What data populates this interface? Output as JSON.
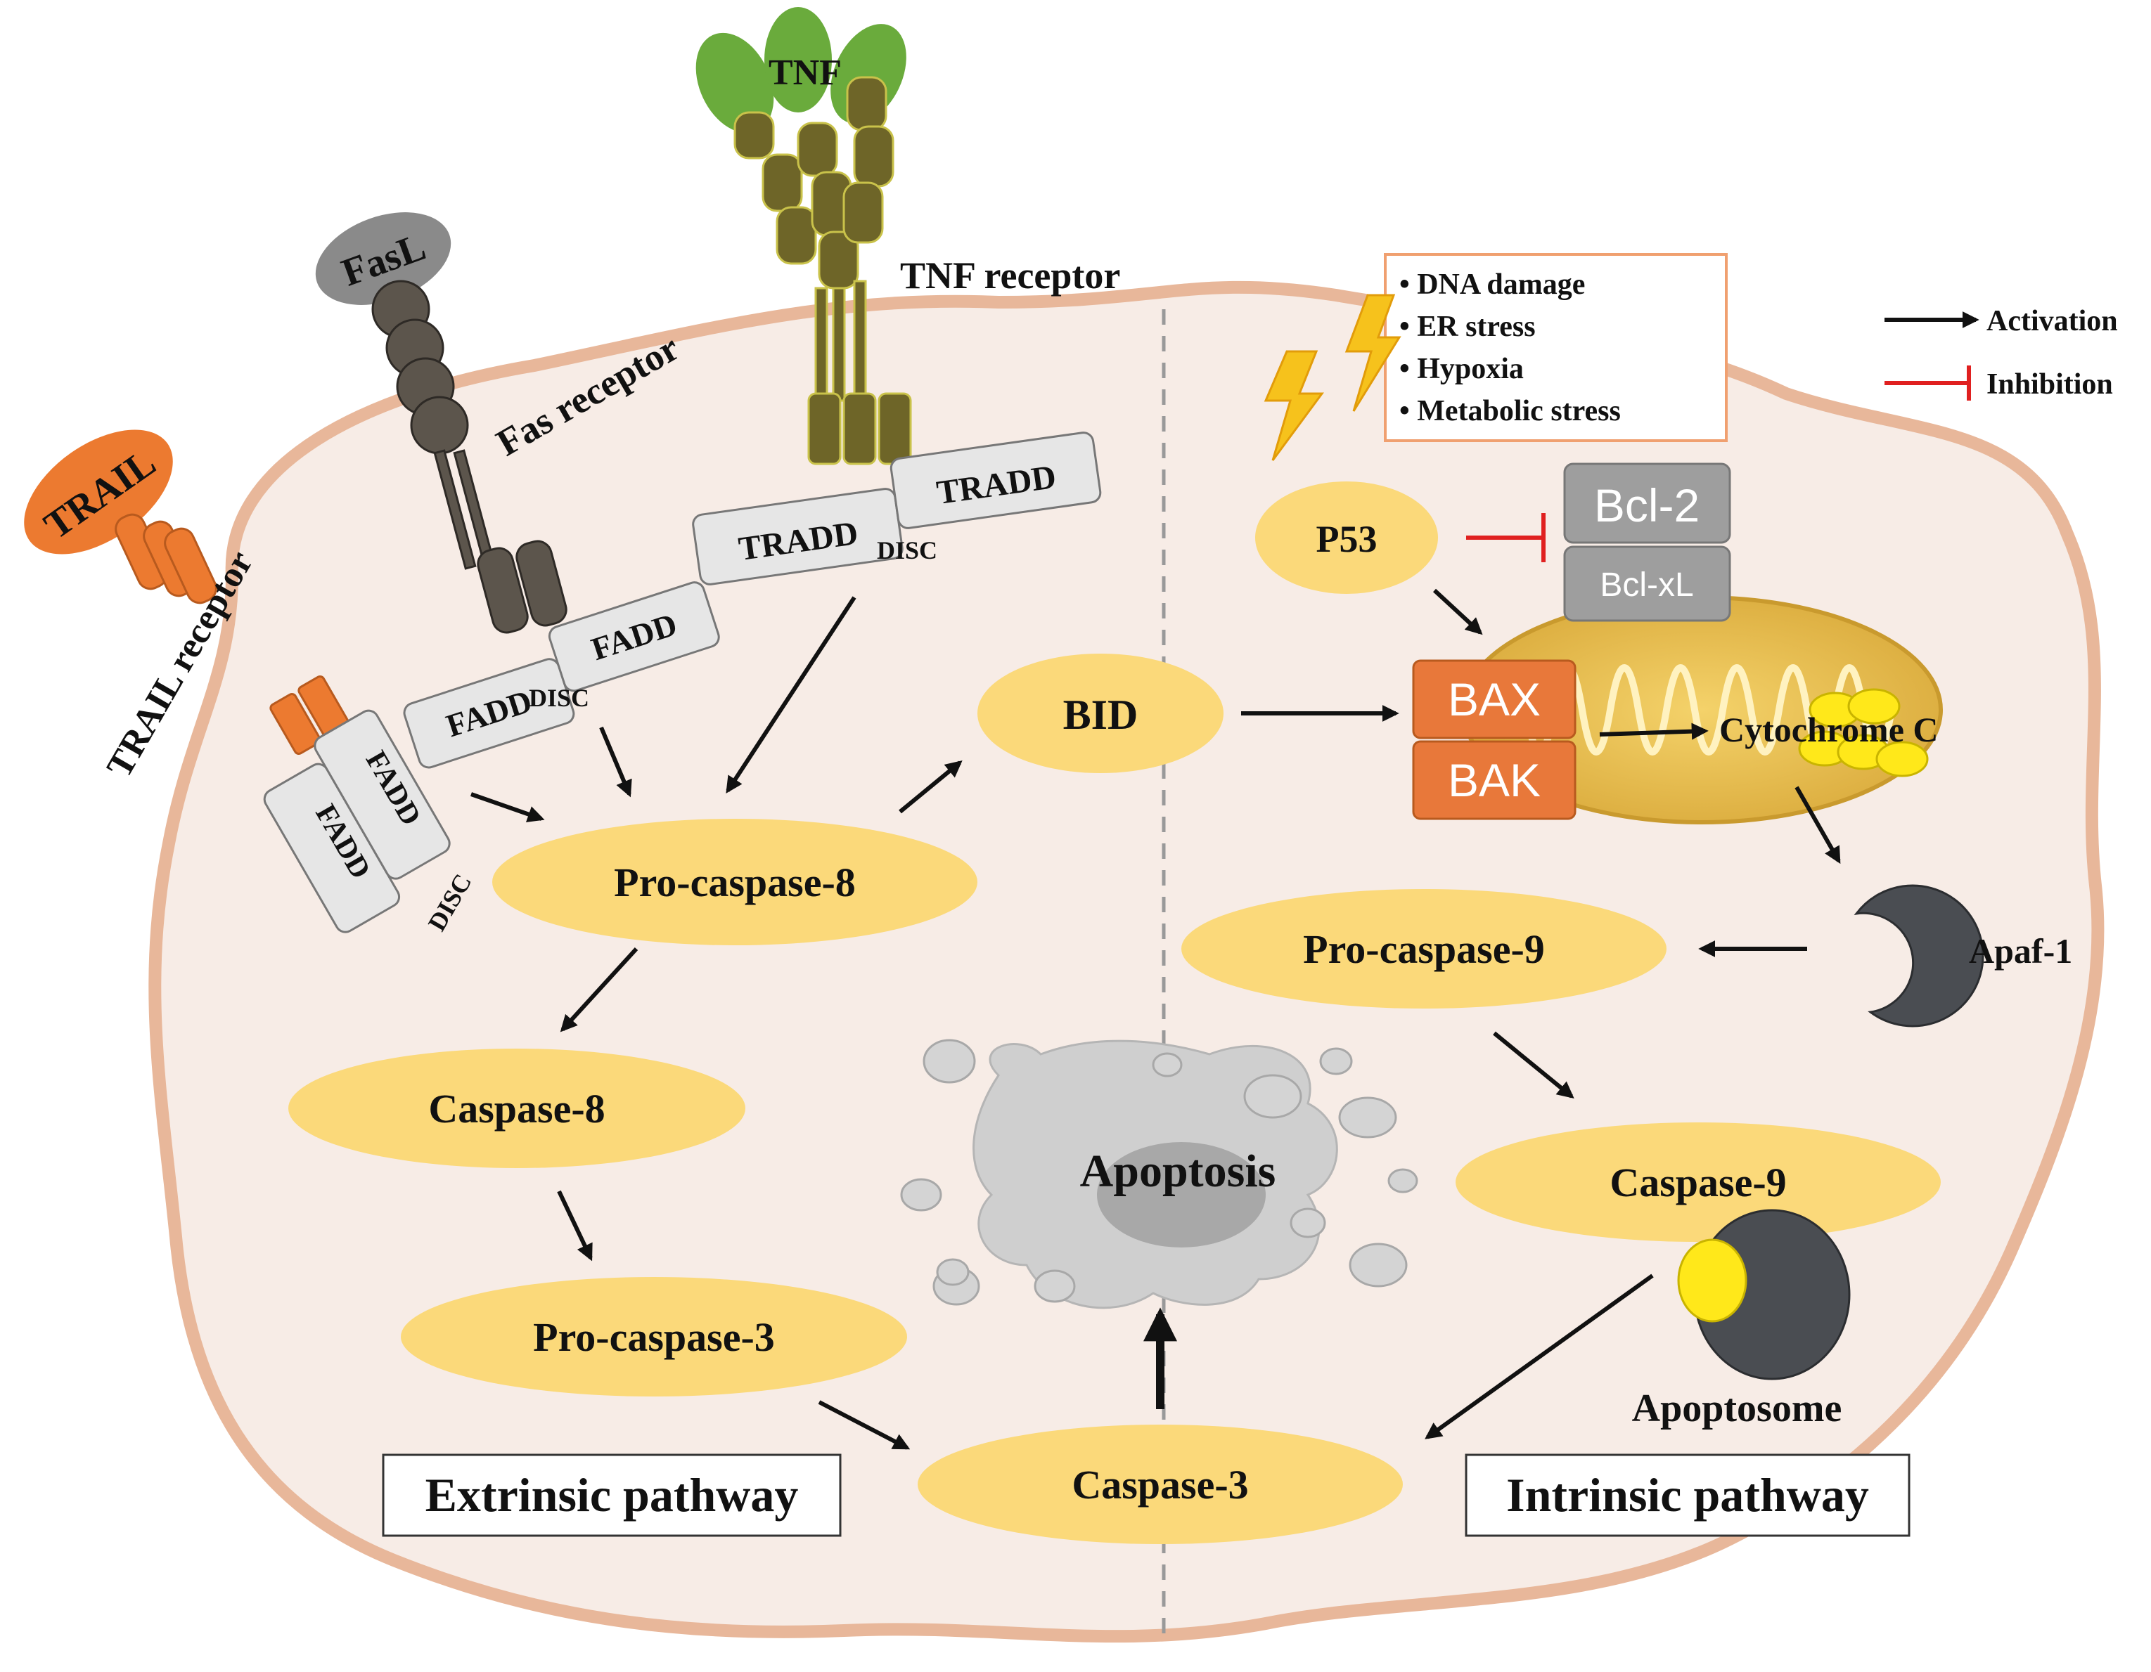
{
  "ligands": {
    "tnf": "TNF",
    "fasl": "FasL",
    "trail": "TRAIL"
  },
  "receptors": {
    "tnf_receptor": "TNF receptor",
    "fas_receptor": "Fas receptor",
    "trail_receptor": "TRAIL receptor"
  },
  "adaptors": {
    "tradd": "TRADD",
    "fadd": "FADD",
    "disc": "DISC"
  },
  "stress_box": {
    "items": [
      "DNA damage",
      "ER stress",
      "Hypoxia",
      "Metabolic stress"
    ]
  },
  "legend": {
    "activation": "Activation",
    "inhibition": "Inhibition"
  },
  "nodes": {
    "p53": "P53",
    "bcl2": "Bcl-2",
    "bclxl": "Bcl-xL",
    "bid": "BID",
    "bax": "BAX",
    "bak": "BAK",
    "cytochrome_c": "Cytochrome C",
    "apaf1": "Apaf-1",
    "pro_caspase_8": "Pro-caspase-8",
    "caspase_8": "Caspase-8",
    "pro_caspase_3": "Pro-caspase-3",
    "caspase_3": "Caspase-3",
    "pro_caspase_9": "Pro-caspase-9",
    "caspase_9": "Caspase-9",
    "apoptosome": "Apoptosome",
    "apoptosis": "Apoptosis"
  },
  "pathways": {
    "extrinsic": "Extrinsic pathway",
    "intrinsic": "Intrinsic pathway"
  },
  "colors": {
    "cell_fill": "#f7ece6",
    "cell_border": "#e8b79a",
    "node_fill": "#fbd97a",
    "bax_bak": "#e8783a",
    "bcl_gray": "#9e9e9e",
    "trail_orange": "#ec7a30",
    "tnf_green": "#6aab3c",
    "inhibition_red": "#e02020",
    "stress_border": "#f0a070"
  }
}
